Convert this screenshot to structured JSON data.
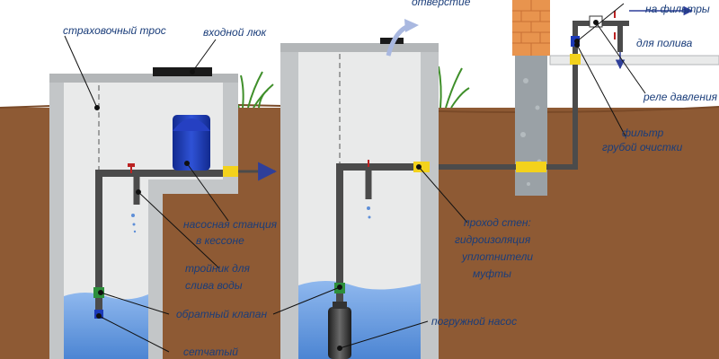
{
  "labels": {
    "safety_cable": "страховочный трос",
    "entry_hatch": "входной люк",
    "opening": "отверстие",
    "to_filters": "на фильтры",
    "for_watering": "для полива",
    "pressure_relay": "реле давления",
    "coarse_filter_1": "фильтр",
    "coarse_filter_2": "грубой очистки",
    "pump_station_1": "насосная станция",
    "pump_station_2": "в кессоне",
    "wall_pass_1": "проход стен:",
    "wall_pass_2": "гидроизоляция",
    "wall_pass_3": "уплотнители",
    "wall_pass_4": "муфты",
    "drain_tee_1": "тройник для",
    "drain_tee_2": "слива воды",
    "check_valve": "обратный клапан",
    "submersible_pump": "погружной насос",
    "mesh": "сетчатый"
  },
  "colors": {
    "soil": "#8e5a34",
    "concrete": "#c3c6c8",
    "well_inside": "#e9eaea",
    "water": "#6fa0df",
    "pipe": "#4b4b4b",
    "coupling": "#f3d21c",
    "pump_station": "#1b39b8",
    "label": "#1a3d7a",
    "arrow": "#2f3f9a",
    "brick": "#e8944e"
  }
}
